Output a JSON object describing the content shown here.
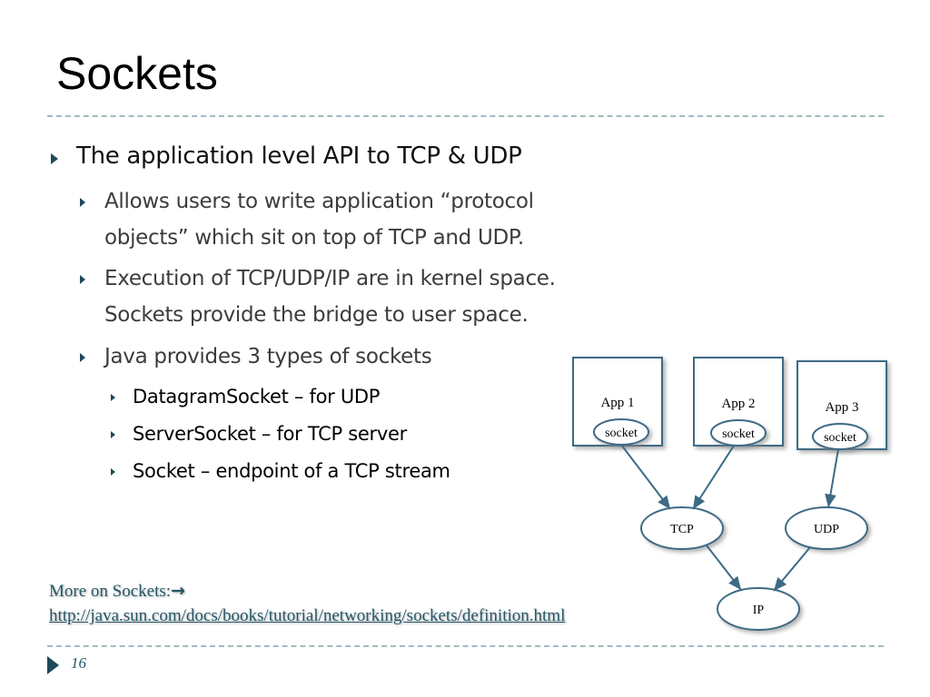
{
  "slide": {
    "title": "Sockets",
    "page_number": "16"
  },
  "bullets": {
    "main": "The application level API to TCP & UDP",
    "sub1_line1": "Allows users to write application “protocol",
    "sub1_line2": "objects” which sit on top of TCP and UDP.",
    "sub2_line1": "Execution of TCP/UDP/IP are in kernel space.",
    "sub2_line2": "Sockets provide the bridge to user space.",
    "sub3": "Java provides 3 types of sockets",
    "types": [
      "DatagramSocket – for UDP",
      "ServerSocket – for TCP server",
      "Socket – endpoint of a TCP stream"
    ]
  },
  "diagram": {
    "apps": [
      {
        "label": "App 1",
        "socket": "socket"
      },
      {
        "label": "App 2",
        "socket": "socket"
      },
      {
        "label": "App 3",
        "socket": "socket"
      }
    ],
    "tcp": "TCP",
    "udp": "UDP",
    "ip": "IP"
  },
  "more": {
    "label": "More on Sockets:",
    "arrow": "→",
    "url": "http://java.sun.com/docs/books/tutorial/networking/sockets/definition.html"
  },
  "colors": {
    "accent": "#1e4a5a",
    "link": "#245868",
    "diagram_stroke": "#3d6a85",
    "rule": "#9fbcc0"
  }
}
